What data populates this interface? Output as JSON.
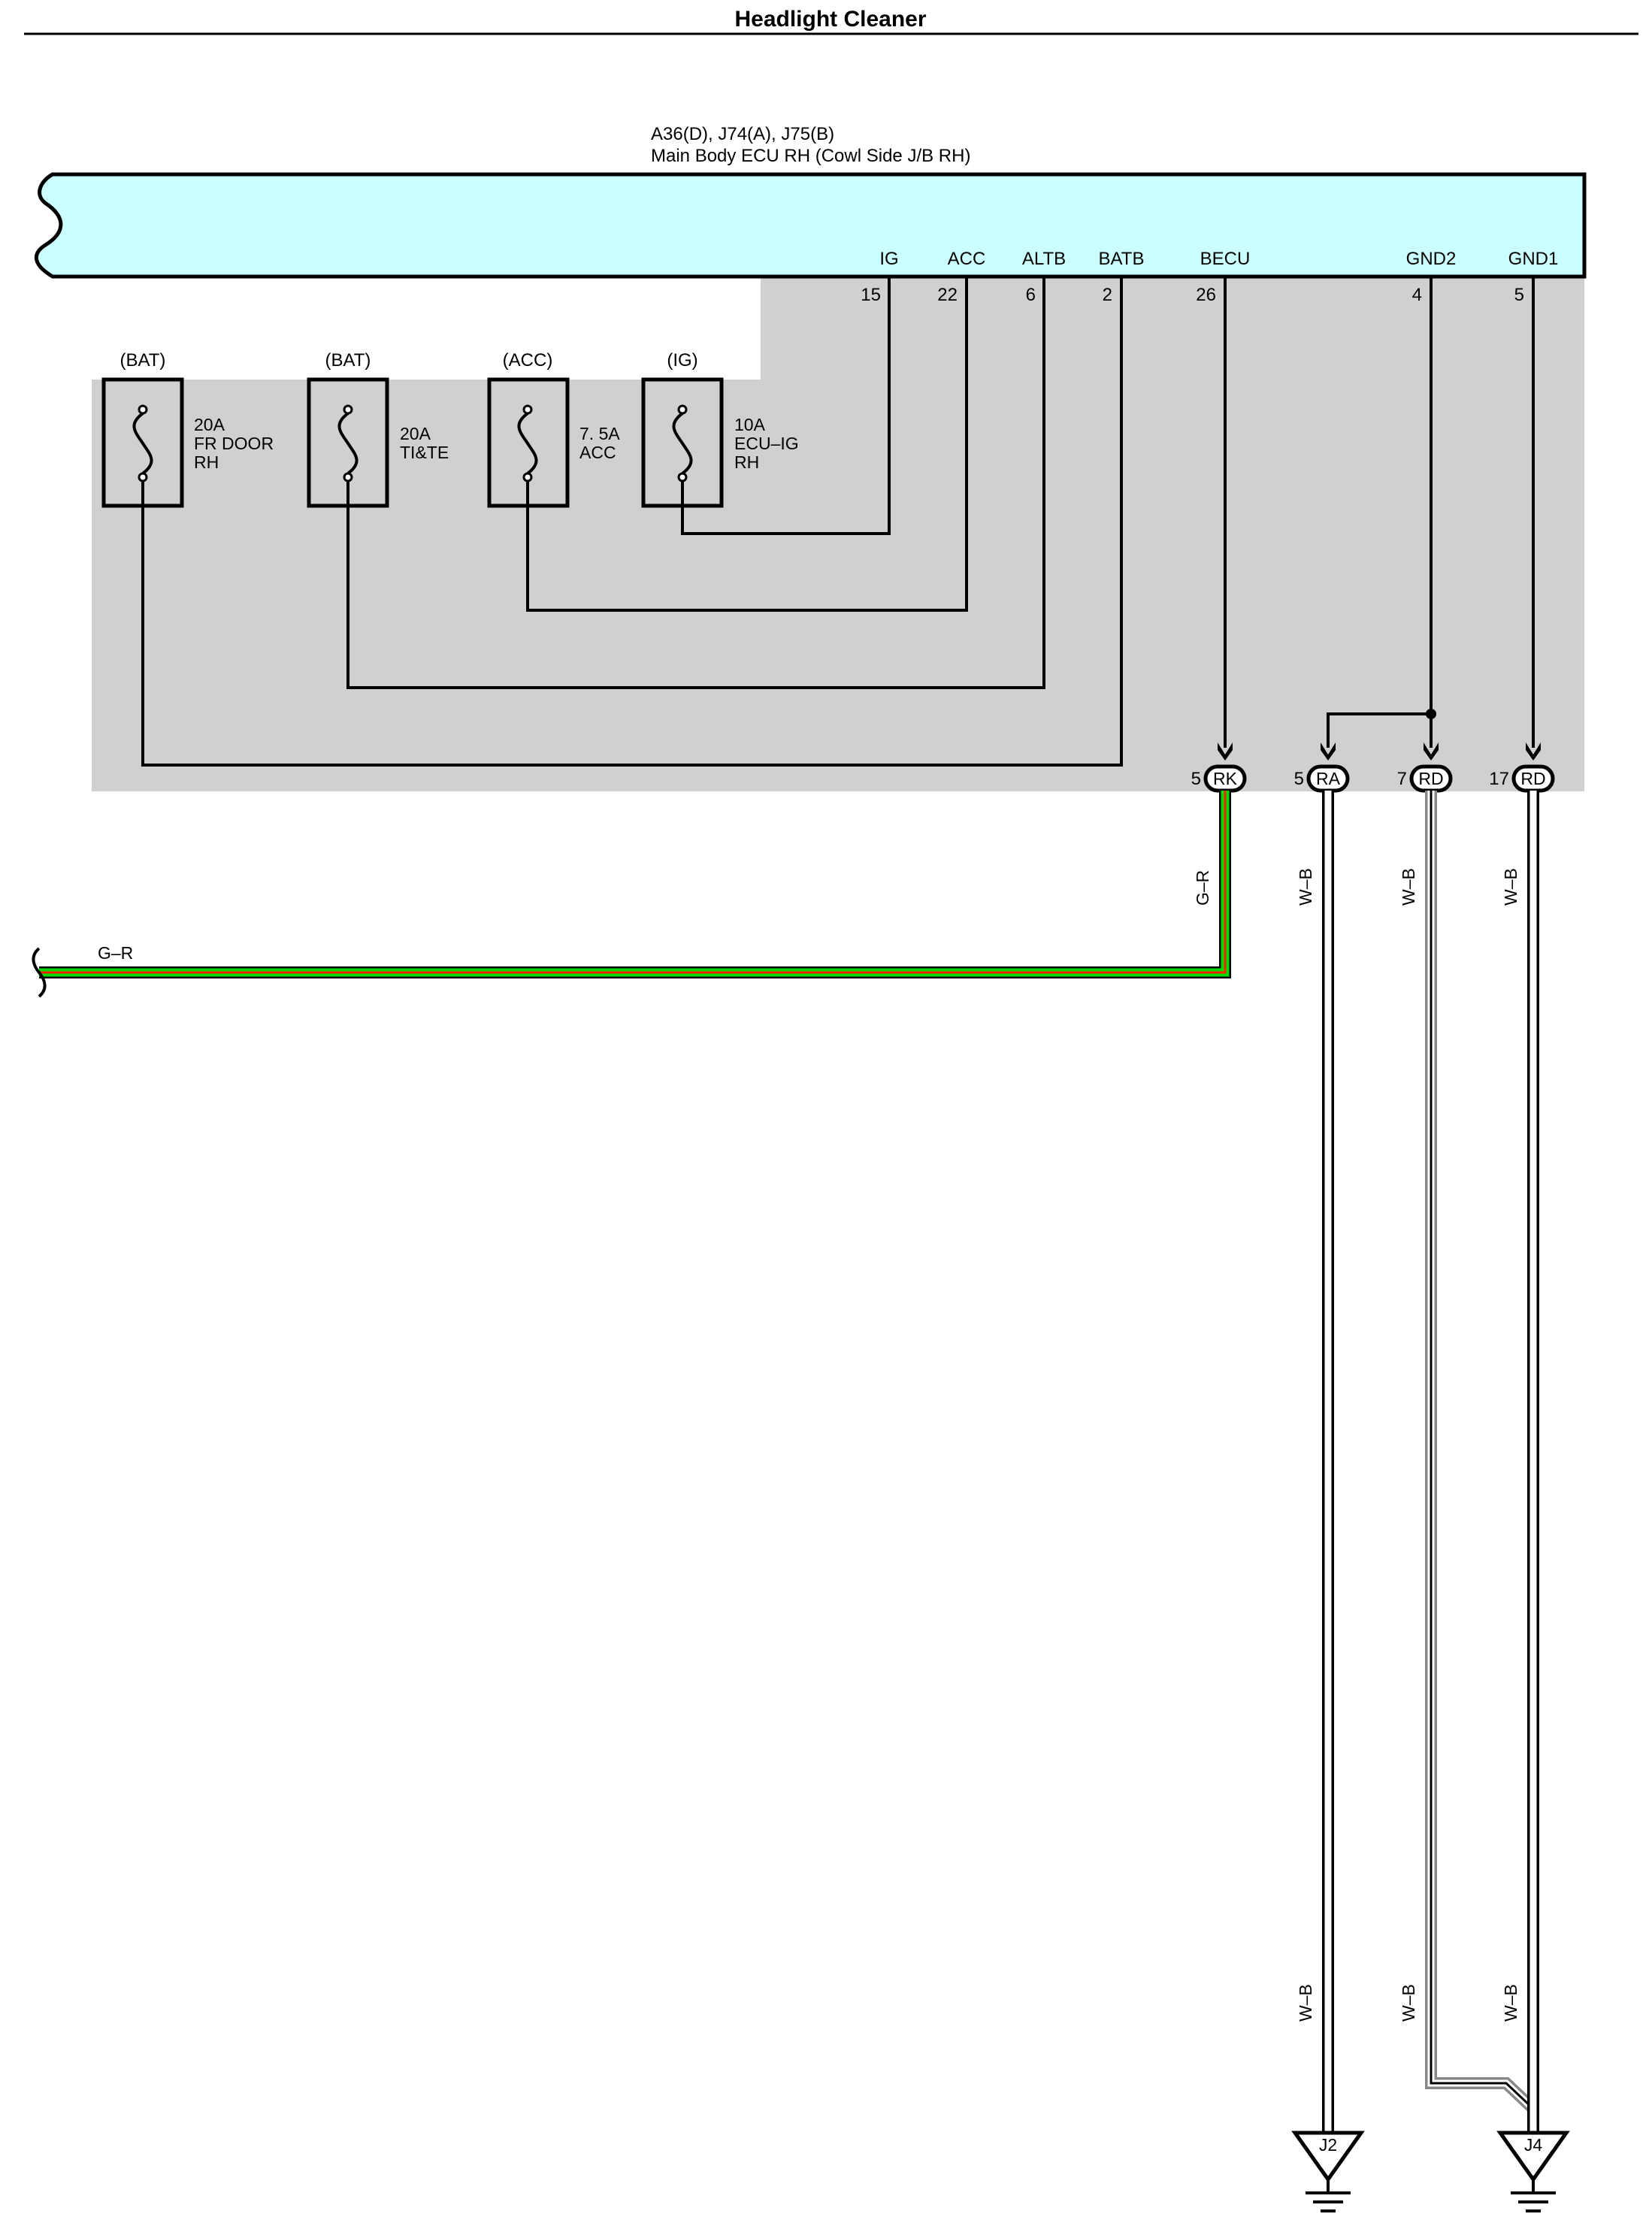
{
  "title": "Headlight Cleaner",
  "ecu": {
    "connector_codes": "A36(D), J74(A), J75(B)",
    "name": "Main Body ECU RH (Cowl Side J/B RH)",
    "fill_color": "#ccffff",
    "pins": [
      {
        "name": "IG",
        "number": "15"
      },
      {
        "name": "ACC",
        "number": "22"
      },
      {
        "name": "ALTB",
        "number": "6"
      },
      {
        "name": "BATB",
        "number": "2"
      },
      {
        "name": "BECU",
        "number": "26"
      },
      {
        "name": "GND2",
        "number": "4"
      },
      {
        "name": "GND1",
        "number": "5"
      }
    ]
  },
  "fuses": [
    {
      "source": "(BAT)",
      "rating": "20A",
      "line2": "FR DOOR",
      "line3": "RH"
    },
    {
      "source": "(BAT)",
      "rating": "20A",
      "line2": "TI&TE",
      "line3": ""
    },
    {
      "source": "(ACC)",
      "rating": "7. 5A",
      "line2": "ACC",
      "line3": ""
    },
    {
      "source": "(IG)",
      "rating": "10A",
      "line2": "ECU–IG",
      "line3": "RH"
    }
  ],
  "connectors": [
    {
      "pin": "5",
      "code": "RK"
    },
    {
      "pin": "5",
      "code": "RA"
    },
    {
      "pin": "7",
      "code": "RD"
    },
    {
      "pin": "17",
      "code": "RD"
    }
  ],
  "wires": {
    "gr_label": "G–R",
    "wb_label": "W–B",
    "gr_green": "#00dd00",
    "gr_red": "#ff2200"
  },
  "grounds": [
    {
      "code": "J2"
    },
    {
      "code": "J4"
    }
  ],
  "housing_color": "#d0d0d0"
}
